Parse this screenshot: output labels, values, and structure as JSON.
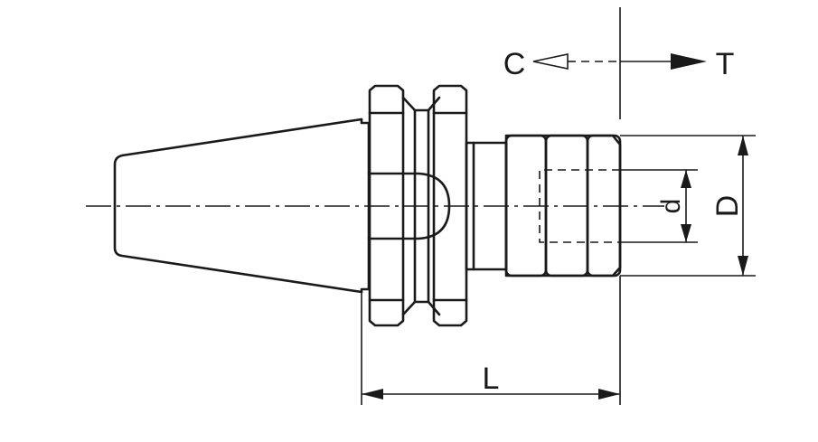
{
  "labels": {
    "coolant_direction": "C",
    "tool_direction": "T",
    "length": "L",
    "outer_diameter": "D",
    "bore_diameter": "d"
  }
}
